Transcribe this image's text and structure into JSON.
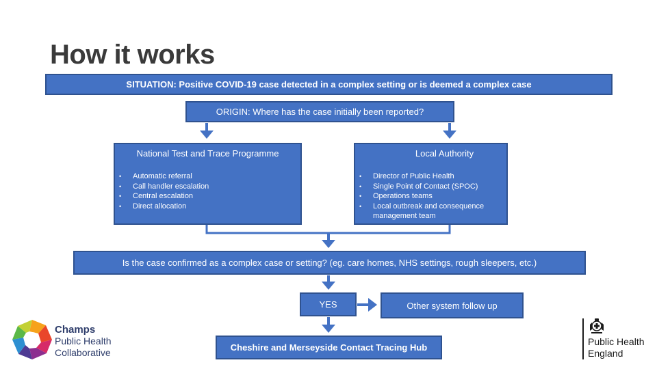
{
  "title": "How it works",
  "situation": "SITUATION: Positive COVID-19 case detected in a complex setting or is deemed a complex case",
  "origin": "ORIGIN: Where has the case initially been reported?",
  "ntp": {
    "heading": "National Test and Trace Programme",
    "items": [
      "Automatic referral",
      "Call handler escalation",
      "Central escalation",
      "Direct allocation"
    ]
  },
  "la": {
    "heading": "Local Authority",
    "items": [
      "Director of Public Health",
      "Single Point of Contact (SPOC)",
      "Operations teams",
      "Local outbreak and consequence management team"
    ]
  },
  "question": "Is the case confirmed as a complex case or setting? (eg. care homes, NHS settings, rough sleepers, etc.)",
  "yes": "YES",
  "other": "Other system follow up",
  "hub": "Cheshire and Merseyside Contact Tracing Hub",
  "champs_logo": {
    "line1": "Champs",
    "line2": "Public Health",
    "line3": "Collaborative"
  },
  "phe_logo": {
    "line1": "Public Health",
    "line2": "England"
  },
  "colors": {
    "box_fill": "#4472c4",
    "box_border": "#2f528f",
    "title": "#3a3a3a"
  }
}
